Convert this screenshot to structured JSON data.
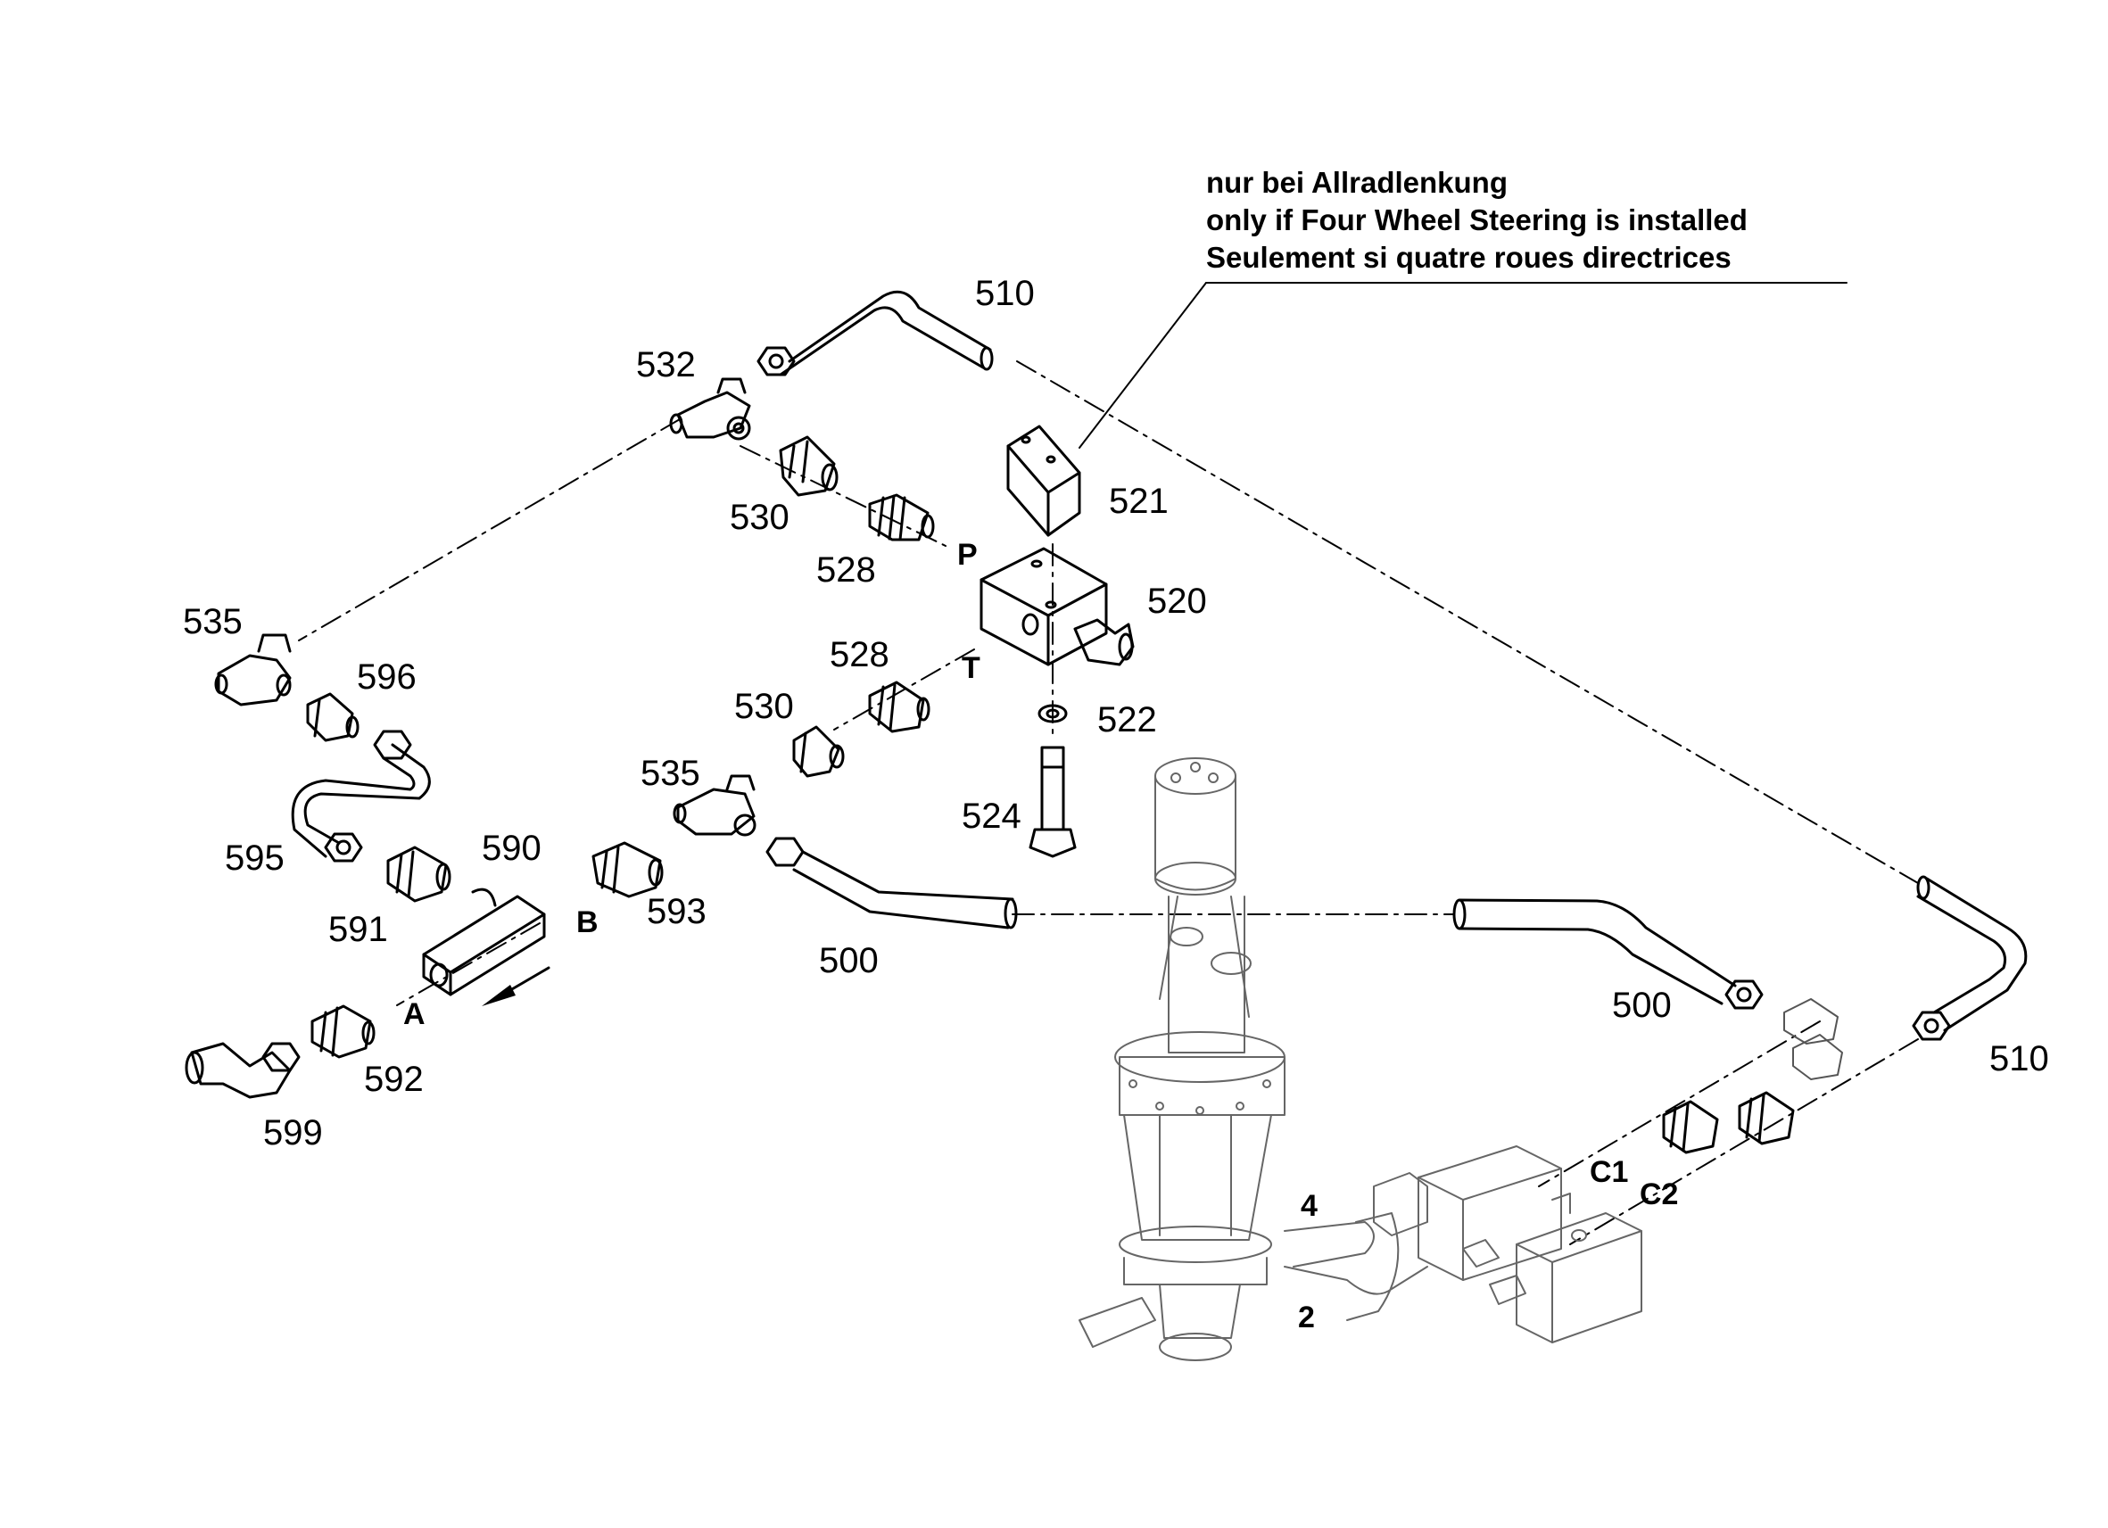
{
  "note": {
    "de": "nur bei Allradlenkung",
    "en": "only if Four Wheel Steering is installed",
    "fr": "Seulement si quatre roues directrices"
  },
  "callouts": [
    {
      "id": "510a",
      "text": "510"
    },
    {
      "id": "532",
      "text": "532"
    },
    {
      "id": "521",
      "text": "521"
    },
    {
      "id": "530a",
      "text": "530"
    },
    {
      "id": "528a",
      "text": "528"
    },
    {
      "id": "520",
      "text": "520"
    },
    {
      "id": "535a",
      "text": "535"
    },
    {
      "id": "596",
      "text": "596"
    },
    {
      "id": "528b",
      "text": "528"
    },
    {
      "id": "530b",
      "text": "530"
    },
    {
      "id": "522",
      "text": "522"
    },
    {
      "id": "535b",
      "text": "535"
    },
    {
      "id": "524",
      "text": "524"
    },
    {
      "id": "595",
      "text": "595"
    },
    {
      "id": "590",
      "text": "590"
    },
    {
      "id": "593",
      "text": "593"
    },
    {
      "id": "591",
      "text": "591"
    },
    {
      "id": "500a",
      "text": "500"
    },
    {
      "id": "500b",
      "text": "500"
    },
    {
      "id": "510b",
      "text": "510"
    },
    {
      "id": "592",
      "text": "592"
    },
    {
      "id": "599",
      "text": "599"
    }
  ],
  "ports": [
    {
      "id": "P",
      "text": "P"
    },
    {
      "id": "T",
      "text": "T"
    },
    {
      "id": "B",
      "text": "B"
    },
    {
      "id": "A",
      "text": "A"
    },
    {
      "id": "4",
      "text": "4"
    },
    {
      "id": "2",
      "text": "2"
    },
    {
      "id": "C1",
      "text": "C1"
    },
    {
      "id": "C2",
      "text": "C2"
    }
  ],
  "colors": {
    "ink": "#000000",
    "paper": "#ffffff"
  }
}
